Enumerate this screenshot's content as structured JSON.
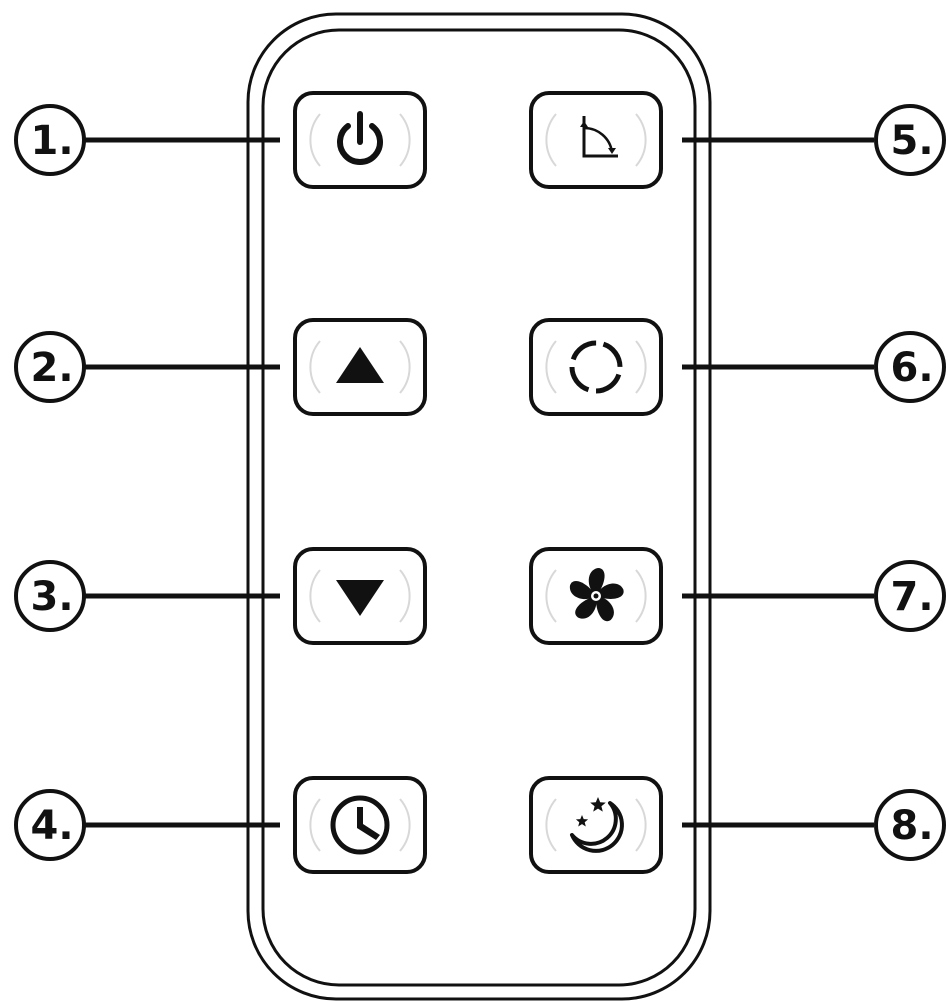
{
  "diagram": {
    "subject": "remote-control",
    "colors": {
      "ink": "#111111",
      "paper": "#ffffff",
      "highlight": "#d8d8d8"
    },
    "buttons": [
      {
        "key": "1",
        "label": "1.",
        "icon": "power-icon",
        "side": "left",
        "row": 0
      },
      {
        "key": "2",
        "label": "2.",
        "icon": "triangle-up-icon",
        "side": "left",
        "row": 1
      },
      {
        "key": "3",
        "label": "3.",
        "icon": "triangle-down-icon",
        "side": "left",
        "row": 2
      },
      {
        "key": "4",
        "label": "4.",
        "icon": "clock-icon",
        "side": "left",
        "row": 3
      },
      {
        "key": "5",
        "label": "5.",
        "icon": "swing-angle-icon",
        "side": "right",
        "row": 0
      },
      {
        "key": "6",
        "label": "6.",
        "icon": "mode-circle-icon",
        "side": "right",
        "row": 1
      },
      {
        "key": "7",
        "label": "7.",
        "icon": "fan-icon",
        "side": "right",
        "row": 2
      },
      {
        "key": "8",
        "label": "8.",
        "icon": "sleep-moon-icon",
        "side": "right",
        "row": 3
      }
    ]
  }
}
